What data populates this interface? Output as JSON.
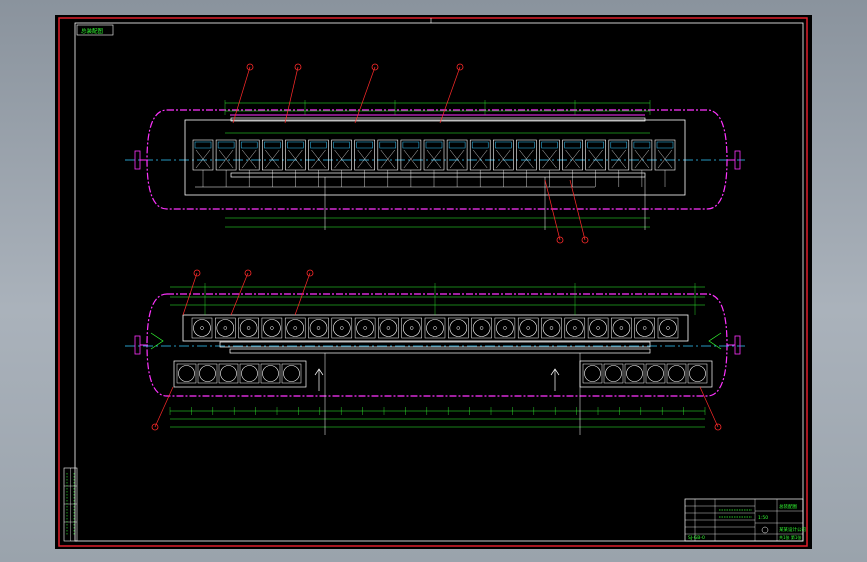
{
  "colors": {
    "background": "#000000",
    "frame_red": "#e0202c",
    "frame_white": "#ffffff",
    "vessel_magenta": "#ff33ff",
    "centerline_cyan": "#33c9ff",
    "dimension_green": "#33ff33",
    "leader_red": "#ff2a2a",
    "viewport_surround": "#9aa3ac"
  },
  "sheet": {
    "corner_label": "总装配图",
    "title_block": {
      "drawing_name": "总装配图",
      "drawing_number": "SJ-GB-0",
      "company": "某某设计公司",
      "scale": "1:50",
      "sheet_ref": "共1张 第1张"
    }
  },
  "icons": {
    "nozzle": "nozzle-flange-icon",
    "balloon": "callout-balloon-icon",
    "fan": "fan-unit-icon"
  },
  "views": {
    "top": {
      "name": "top-plan-view",
      "fan_modules": 21
    },
    "front": {
      "name": "front-elevation-view",
      "fan_modules": 21,
      "lower_left_units": 6,
      "lower_right_units": 6
    }
  }
}
